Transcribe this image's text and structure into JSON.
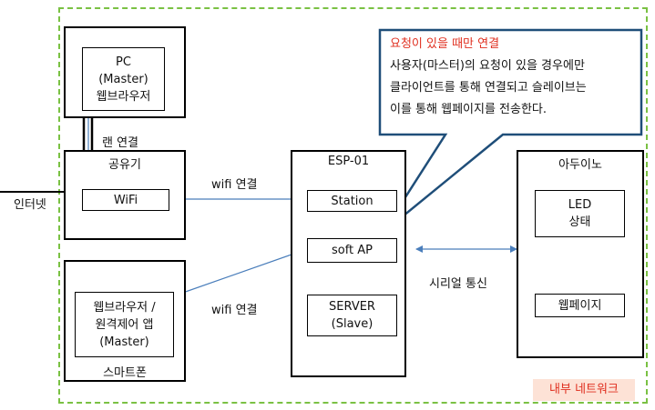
{
  "pc": {
    "line1": "PC",
    "line2": "(Master)",
    "line3": "웹브라우저"
  },
  "lan_label": "랜 연결",
  "router": {
    "title": "공유기",
    "wifi": "WiFi"
  },
  "internet_label": "인터넷",
  "wifi_label_top": "wifi 연결",
  "wifi_label_bottom": "wifi 연결",
  "phone": {
    "line1": "웹브라우저 /",
    "line2": "원격제어 앱",
    "line3": "(Master)",
    "title": "스마트폰"
  },
  "esp": {
    "title": "ESP-01",
    "station": "Station",
    "softap": "soft AP",
    "server_line1": "SERVER",
    "server_line2": "(Slave)"
  },
  "serial_label": "시리얼 통신",
  "arduino": {
    "title": "아두이노",
    "led_line1": "LED",
    "led_line2": "상태",
    "webpage": "웹페이지"
  },
  "callout": {
    "title": "요청이 있을 때만 연결",
    "line1": "사용자(마스터)의 요청이 있을 경우에만",
    "line2": "클라이언트를 통해 연결되고 슬레이브는",
    "line3": "이를 통해 웹페이지를 전송한다."
  },
  "network_label": "내부 네트워크",
  "colors": {
    "network_border": "#7ac143",
    "arrow": "#4a7ebb",
    "callout_border": "#1f4e79",
    "callout_title": "#e03020",
    "network_label_bg": "#fde2d6",
    "network_label_text": "#e03020"
  }
}
